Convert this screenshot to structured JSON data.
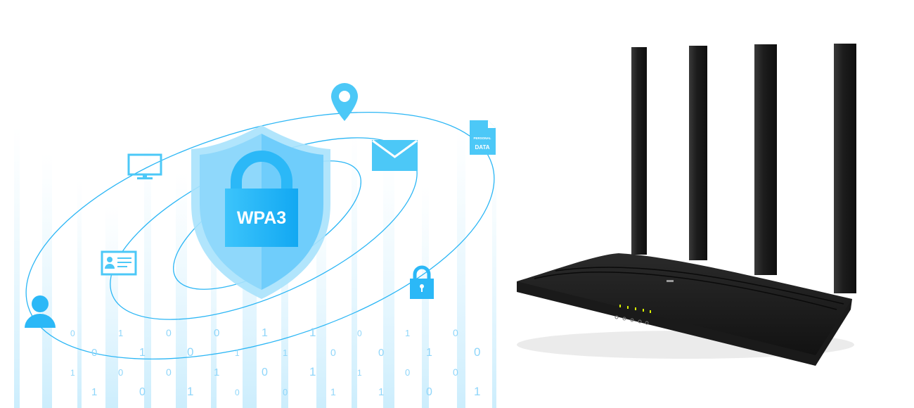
{
  "shield": {
    "label": "WPA3"
  },
  "personal_data_icon": {
    "line1": "PERSONAL",
    "line2": "DATA"
  },
  "binary_digits": [
    "0",
    "1",
    "0",
    "0",
    "1",
    "1",
    "0",
    "1",
    "0",
    "0",
    "1",
    "0",
    "1",
    "1",
    "0",
    "0",
    "1",
    "0",
    "1",
    "0",
    "0",
    "1",
    "0",
    "1",
    "1",
    "0",
    "0",
    "1",
    "0",
    "1",
    "0",
    "0",
    "1",
    "1",
    "0",
    "1"
  ],
  "colors": {
    "accent": "#2bb6f5",
    "icon": "#4cc8f7",
    "router": "#1c1c1c",
    "led": "#d8f000"
  },
  "icons": [
    "location-pin-icon",
    "monitor-icon",
    "envelope-icon",
    "personal-data-icon",
    "id-card-icon",
    "padlock-icon",
    "user-icon"
  ]
}
